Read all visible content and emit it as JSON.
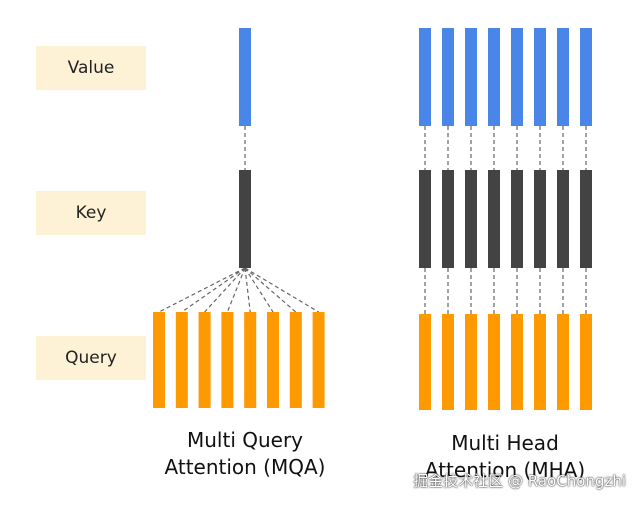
{
  "labels": {
    "value": "Value",
    "key": "Key",
    "query": "Query"
  },
  "captions": {
    "mqa_line1": "Multi Query",
    "mqa_line2": "Attention (MQA)",
    "mha_line1": "Multi Head",
    "mha_line2": "Attention (MHA)"
  },
  "watermark": "掘金技术社区 @ RaoChongzhi",
  "diagram": {
    "heads": 8,
    "mqa_value_bars": 1,
    "mqa_key_bars": 1,
    "mqa_query_bars": 8,
    "mha_value_bars": 8,
    "mha_key_bars": 8,
    "mha_query_bars": 8
  },
  "colors": {
    "value": "#4a86e8",
    "key": "#434343",
    "query": "#ff9900",
    "label_bg": "#fdf1d6",
    "connector": "#666666"
  }
}
